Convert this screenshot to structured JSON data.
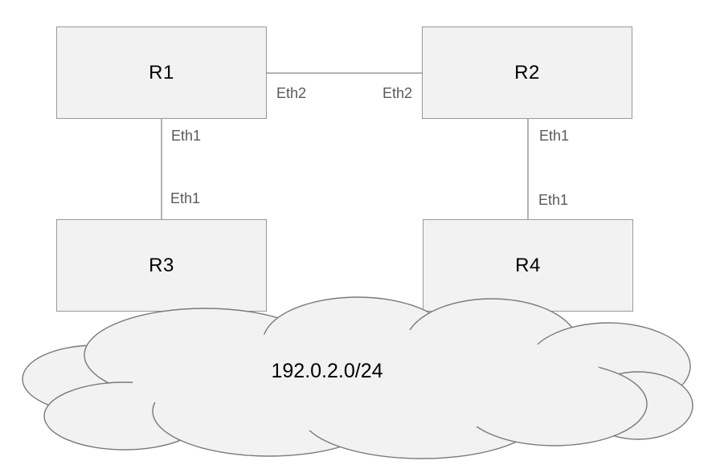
{
  "diagram_type": "network-topology",
  "nodes": [
    {
      "id": "R1",
      "label": "R1"
    },
    {
      "id": "R2",
      "label": "R2"
    },
    {
      "id": "R3",
      "label": "R3"
    },
    {
      "id": "R4",
      "label": "R4"
    }
  ],
  "links": [
    {
      "from": "R1",
      "from_port": "Eth2",
      "to": "R2",
      "to_port": "Eth2"
    },
    {
      "from": "R1",
      "from_port": "Eth1",
      "to": "R3",
      "to_port": "Eth1"
    },
    {
      "from": "R2",
      "from_port": "Eth1",
      "to": "R4",
      "to_port": "Eth1"
    }
  ],
  "network": {
    "label": "192.0.2.0/24",
    "connected_nodes": [
      "R3",
      "R4"
    ]
  },
  "colors": {
    "node_fill": "#f2f2f2",
    "node_border": "#999999",
    "connector": "#999999",
    "cloud_fill": "#f2f2f2",
    "cloud_stroke": "#7a7a7a",
    "interface_label": "#595959",
    "node_label": "#000000"
  }
}
